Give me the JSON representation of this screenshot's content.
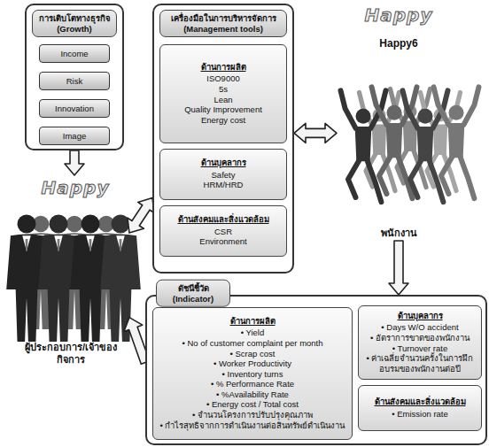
{
  "diagram": {
    "nodes": [
      {
        "text": [
          "การเติบโตทางธุรกิจ (Growth)"
        ]
      },
      {
        "text": [
          "Income"
        ],
        "in": 0
      },
      {
        "text": [
          "Risk"
        ],
        "in": 0
      },
      {
        "text": [
          "Innovation"
        ],
        "in": 0
      },
      {
        "text": [
          "Image"
        ],
        "in": 0
      },
      {
        "text": [
          "เครื่องมือในการบริหารจัดการ (Management tools)"
        ]
      },
      {
        "text": [
          "ด้านการผลิต",
          "ISO9000",
          "5s",
          "Lean",
          "Quality Improvement",
          "Energy cost"
        ],
        "in": 5
      },
      {
        "text": [
          "ด้านบุคลากร",
          "Safety",
          "HRM/HRD"
        ],
        "in": 5
      },
      {
        "text": [
          "ด้านสังคมและสิ่งแวดล้อม",
          "CSR",
          "Environment"
        ],
        "in": 5
      },
      {
        "text": [
          "Happy6",
          "พนักงาน"
        ]
      },
      {
        "text": [
          "ผู้ประกอบการ/เจ้าของกิจการ"
        ]
      },
      {
        "text": [
          "ดัชนีชี้วัด (Indicator)"
        ]
      },
      {
        "text": [
          "ด้านการผลิต",
          "• Yield",
          "• No of customer complaint per month",
          "• Scrap cost",
          "• Worker Productivity",
          "• Inventory turns",
          "• % Performance Rate",
          "• %Availability Rate",
          "• Energy cost / Total cost",
          "• จำนวนโครงการปรับปรุงคุณภาพ",
          "• กำไรสุทธิจากการดำเนินงานต่อสินทรัพย์ดำเนินงาน"
        ],
        "in": 11
      },
      {
        "text": [
          "ด้านบุคลากร",
          "• Days W/O accident",
          "• อัตราการขาดของพนักงาน",
          "• Turnover rate",
          "• ค่าเฉลี่ยจำนวนครั้งในการฝึกอบรมของพนักงานต่อปี"
        ],
        "in": 11
      },
      {
        "text": [
          "ด้านสังคมและสิ่งแวดล้อม",
          "• Emission rate"
        ],
        "in": 11
      }
    ],
    "edges": [
      {
        "from": 0,
        "to": 10,
        "arrow": "to"
      },
      {
        "from": 5,
        "to": 9,
        "arrow": "both"
      },
      {
        "from": 5,
        "to": 10,
        "arrow": "both"
      },
      {
        "from": 9,
        "to": 11,
        "arrow": "to"
      },
      {
        "from": 11,
        "to": 10,
        "arrow": "to"
      }
    ],
    "labels": [
      "Happy",
      "Happy"
    ]
  }
}
